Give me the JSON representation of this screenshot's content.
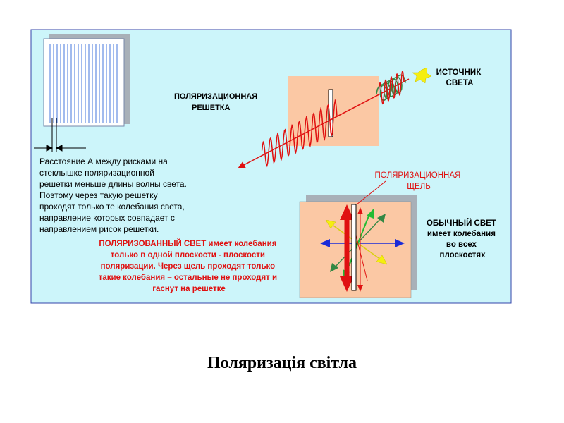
{
  "colors": {
    "panel_bg": "#ccf5fa",
    "panel_border": "#3344aa",
    "salmon": "#fbc8a4",
    "wave_red": "#e01010",
    "green": "#22bb33",
    "yellow": "#f5ee10",
    "blue": "#1a2bd8",
    "shadow": "#a8b0b8"
  },
  "labels": {
    "source": [
      "ИСТОЧНИК",
      "СВЕТА"
    ],
    "grating": [
      "ПОЛЯРИЗАЦИОННАЯ",
      "РЕШЕТКА"
    ],
    "slit": [
      "ПОЛЯРИЗАЦИОННАЯ",
      "ЩЕЛЬ"
    ],
    "ordinary": [
      "ОБЫЧНЫЙ СВЕТ",
      "имеет колебания",
      "во всех",
      "плоскостях"
    ],
    "description": [
      "Расстояние А между рисками на",
      "стеклышке поляризационной",
      "решетки меньше длины волны света.",
      "Поэтому через такую решетку",
      "проходят только те колебания света,",
      "направление которых совпадает с",
      "направлением рисок решетки."
    ],
    "polarized": [
      "ПОЛЯРИЗОВАННЫЙ СВЕТ имеет колебания",
      "только в одной плоскости - плоскости",
      "поляризации. Через щель проходят только",
      "такие колебания – остальные не проходят и",
      "гаснут на решетке"
    ]
  },
  "caption": "Поляризація світла"
}
